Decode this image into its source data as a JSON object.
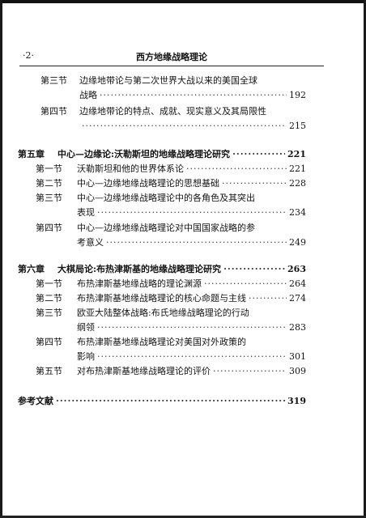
{
  "header": {
    "page_number": "·2·",
    "running_title": "西方地缘战略理论"
  },
  "toc": {
    "entries": [
      {
        "num": "第三节",
        "lines": [
          "边缘地带论与第二次世界大战以来的美国全球",
          "战略"
        ],
        "page": "192"
      },
      {
        "num": "第四节",
        "lines": [
          "边缘地带论的特点、成就、现实意义及其局限性",
          ""
        ],
        "page": "215"
      },
      {
        "num": "第五章",
        "lines": [
          "中心—边缘论:沃勒斯坦的地缘战略理论研究"
        ],
        "page": "221",
        "chapter": true
      },
      {
        "num": "第一节",
        "lines": [
          "沃勒斯坦和他的世界体系论"
        ],
        "page": "221"
      },
      {
        "num": "第二节",
        "lines": [
          "中心—边缘地缘战略理论的思想基础"
        ],
        "page": "228"
      },
      {
        "num": "第三节",
        "lines": [
          "中心—边缘地缘战略理论中的各角色及其突出",
          "表现"
        ],
        "page": "234"
      },
      {
        "num": "第四节",
        "lines": [
          "中心—边缘地缘战略理论对中国国家战略的参",
          "考意义"
        ],
        "page": "249"
      },
      {
        "num": "第六章",
        "lines": [
          "大棋局论:布热津斯基的地缘战略理论研究"
        ],
        "page": "263",
        "chapter": true
      },
      {
        "num": "第一节",
        "lines": [
          "布热津斯基地缘战略的理论渊源"
        ],
        "page": "264"
      },
      {
        "num": "第二节",
        "lines": [
          "布热津斯基地缘战略理论的核心命题与主线"
        ],
        "page": "274"
      },
      {
        "num": "第三节",
        "lines": [
          "欧亚大陆整体战略:布氏地缘战略理论的行动",
          "纲领"
        ],
        "page": "283"
      },
      {
        "num": "第四节",
        "lines": [
          "布热津斯基地缘战略理论对美国对外政策的",
          "影响"
        ],
        "page": "301"
      },
      {
        "num": "第五节",
        "lines": [
          "对布热津斯基地缘战略理论的评价"
        ],
        "page": "309"
      },
      {
        "num": "",
        "lines": [
          "参考文献"
        ],
        "page": "319",
        "chapter": true
      }
    ]
  }
}
